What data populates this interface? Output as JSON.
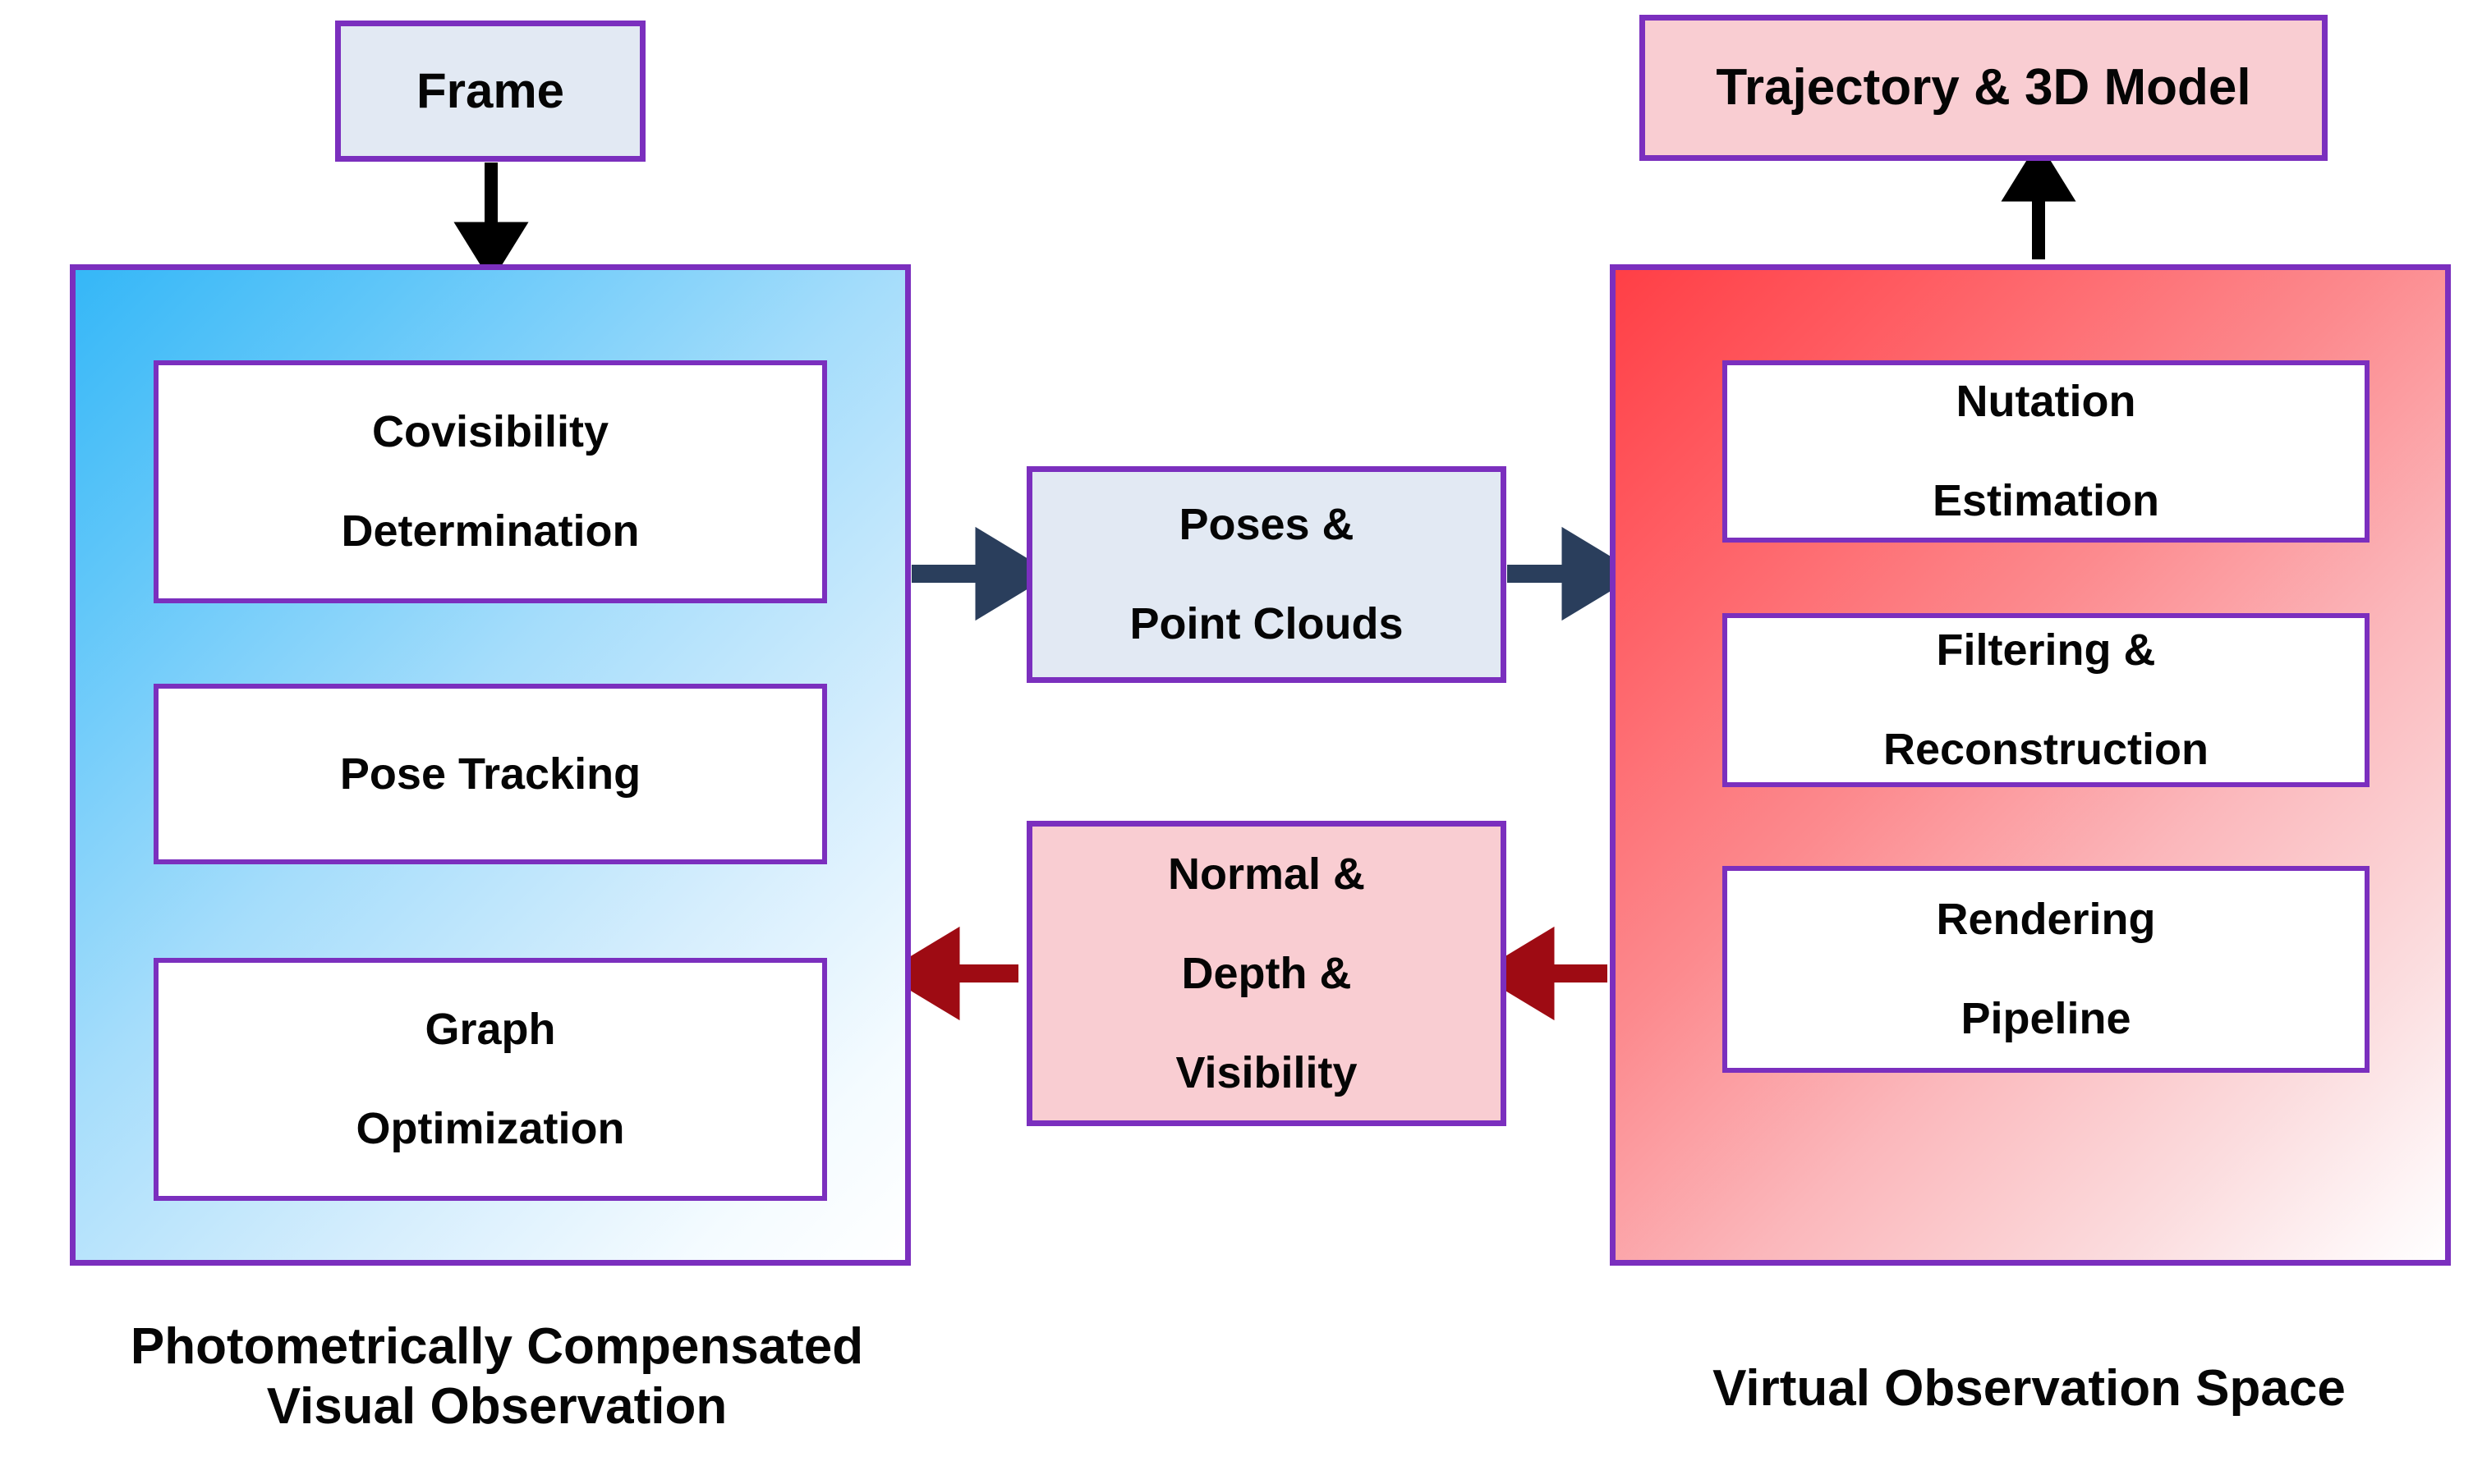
{
  "diagram": {
    "title": "Photometrically Compensated Visual Observation and Virtual Observation Space pipeline",
    "colors": {
      "border_purple": "#7B2FBE",
      "io_blue_fill": "#E2E9F3",
      "io_pink_fill": "#F9CDD2",
      "panel_blue_start": "#35B7F7",
      "panel_red_start": "#FF3F46",
      "arrow_black": "#000000",
      "arrow_navy": "#2A3E5C",
      "arrow_darkred": "#9E0B13",
      "module_fill": "#FFFFFF"
    }
  },
  "inputs": {
    "frame": "Frame"
  },
  "outputs": {
    "trajectory_model": "Trajectory & 3D Model"
  },
  "left_panel": {
    "caption_line1": "Photometrically Compensated",
    "caption_line2": "Visual Observation",
    "modules": [
      {
        "line1": "Covisibility",
        "line2": "Determination"
      },
      {
        "line1": "Pose Tracking",
        "line2": ""
      },
      {
        "line1": "Graph",
        "line2": "Optimization"
      }
    ]
  },
  "right_panel": {
    "caption_line1": "Virtual Observation Space",
    "caption_line2": "",
    "modules": [
      {
        "line1": "Nutation",
        "line2": "Estimation"
      },
      {
        "line1": "Filtering &",
        "line2": "Reconstruction"
      },
      {
        "line1": "Rendering",
        "line2": "Pipeline"
      }
    ]
  },
  "interfaces": {
    "poses": {
      "line1": "Poses &",
      "line2": "Point Clouds"
    },
    "normal_depth": {
      "line1": "Normal &",
      "line2": "Depth &",
      "line3": "Visibility"
    }
  },
  "edges": {
    "frame_to_left": "frame feeds left panel",
    "left_to_poses": "left panel outputs poses",
    "poses_to_right": "poses feed right panel",
    "right_to_normal": "right panel outputs normal depth visibility",
    "normal_to_left": "normal depth visibility feeds left panel",
    "right_to_trajectory": "right panel outputs trajectory and 3D model"
  }
}
